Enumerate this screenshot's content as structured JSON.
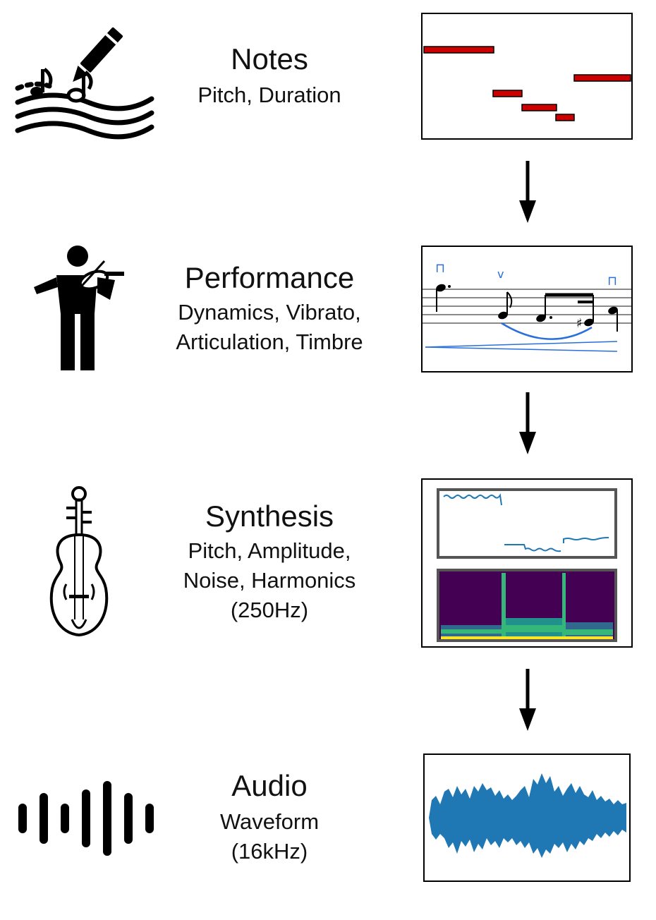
{
  "stages": [
    {
      "id": "notes",
      "title": "Notes",
      "subtitle": "Pitch, Duration",
      "icon": "music-notes-pencil-icon"
    },
    {
      "id": "performance",
      "title": "Performance",
      "subtitle": "Dynamics, Vibrato,\nArticulation, Timbre",
      "icon": "violinist-icon"
    },
    {
      "id": "synthesis",
      "title": "Synthesis",
      "subtitle": "Pitch, Amplitude,\nNoise, Harmonics\n(250Hz)",
      "icon": "violin-icon"
    },
    {
      "id": "audio",
      "title": "Audio",
      "subtitle": "Waveform\n(16kHz)",
      "icon": "soundwave-icon"
    }
  ],
  "colors": {
    "note_fill": "#cc0000",
    "score_blue": "#2a6fdb",
    "waveform_blue": "#1f77b4",
    "spectrogram_bg": "#440154",
    "panel_border": "#000000",
    "inner_border": "#555555"
  },
  "score": {
    "bow_marks": [
      "⊓",
      "v",
      "⊓"
    ]
  }
}
